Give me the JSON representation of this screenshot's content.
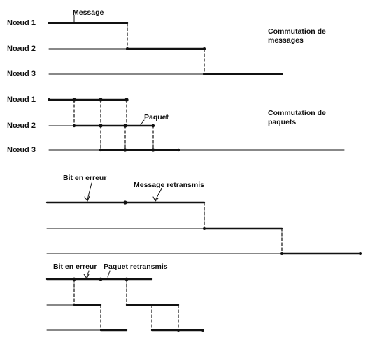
{
  "section_messages": {
    "nodes": [
      "Nœud 1",
      "Nœud 2",
      "Nœud 3"
    ],
    "title_line1": "Commutation de",
    "title_line2": "messages",
    "annotation": "Message"
  },
  "section_paquets": {
    "nodes": [
      "Nœud 1",
      "Nœud 2",
      "Nœud 3"
    ],
    "title_line1": "Commutation de",
    "title_line2": "paquets",
    "annotation": "Paquet"
  },
  "section_retransmission_message": {
    "error_label": "Bit en erreur",
    "retransmit_label": "Message retransmis"
  },
  "section_retransmission_paquet": {
    "error_label": "Bit en erreur",
    "retransmit_label": "Paquet retransmis"
  },
  "colors": {
    "ink": "#111111",
    "background": "#ffffff"
  }
}
